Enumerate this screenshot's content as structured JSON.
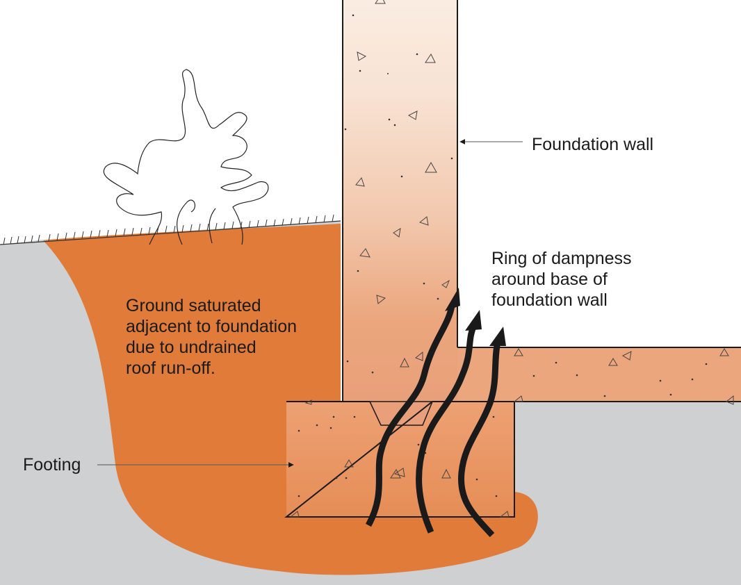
{
  "labels": {
    "foundation_wall": "Foundation wall",
    "ring_of_dampness": [
      "Ring of dampness",
      "around base of",
      "foundation wall"
    ],
    "ground_saturated": [
      "Ground saturated",
      "adjacent to foundation",
      "due to undrained",
      "roof run-off."
    ],
    "footing": "Footing"
  },
  "colors": {
    "soil_gray": "#cfd0d2",
    "saturated_soil": "#e07b39",
    "concrete_light": "#f7e4d7",
    "concrete_damp": "#eba67d",
    "outline": "#1a1a1a"
  },
  "icons": {
    "moisture_arrow": "moisture-arrow-icon",
    "shrub": "shrub-icon",
    "grass": "grass-icon"
  }
}
